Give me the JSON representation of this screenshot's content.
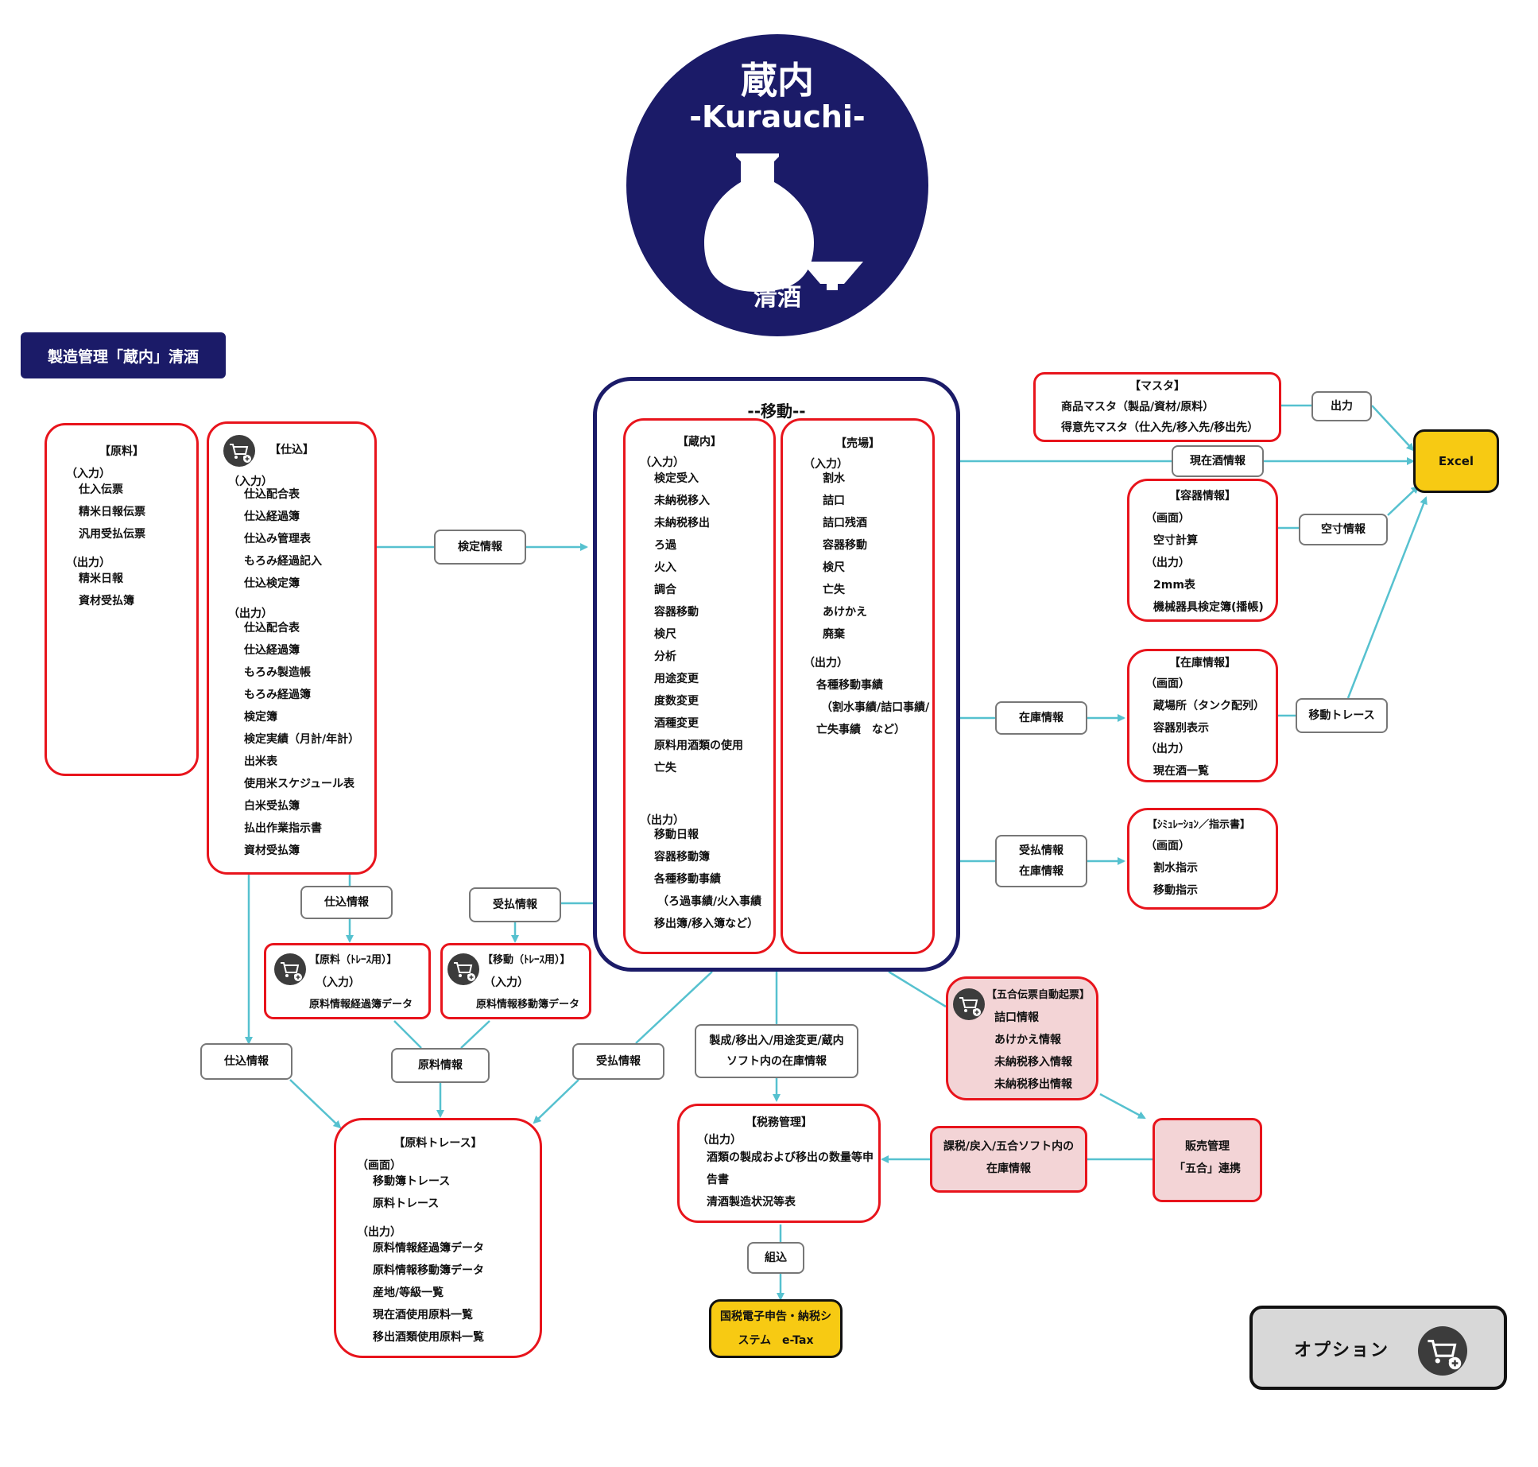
{
  "logo": {
    "line1": "蔵内",
    "line2": "-Kurauchi-",
    "line3": "清酒"
  },
  "title_badge": "製造管理「蔵内」清酒",
  "genryo": {
    "head": "【原料】",
    "in_label": "（入力）",
    "in_items": [
      "仕入伝票",
      "精米日報伝票",
      "汎用受払伝票"
    ],
    "out_label": "（出力）",
    "out_items": [
      "精米日報",
      "資材受払簿"
    ]
  },
  "shikomi": {
    "head": "【仕込】",
    "in_label": "（入力）",
    "in_items": [
      "仕込配合表",
      "仕込経過簿",
      "仕込み管理表",
      "もろみ経過記入",
      "仕込検定簿"
    ],
    "out_label": "（出力）",
    "out_items": [
      "仕込配合表",
      "仕込経過簿",
      "もろみ製造帳",
      "もろみ経過簿",
      "検定簿",
      "検定実績（月計/年計）",
      "出米表",
      "使用米スケジュール表",
      "白米受払簿",
      "払出作業指示書",
      "資材受払簿"
    ]
  },
  "move": {
    "title": "--移動--",
    "kura": {
      "head": "【蔵内】",
      "in_label": "（入力）",
      "in_items": [
        "検定受入",
        "未納税移入",
        "未納税移出",
        "ろ過",
        "火入",
        "調合",
        "容器移動",
        "検尺",
        "分析",
        "用途変更",
        "度数変更",
        "酒種変更",
        "原料用酒類の使用",
        "亡失"
      ],
      "out_label": "（出力）",
      "out_items": [
        "移動日報",
        "容器移動簿",
        "各種移動事績",
        "（ろ過事績/火入事績",
        "移出簿/移入簿など）"
      ]
    },
    "uriba": {
      "head": "【売場】",
      "in_label": "（入力）",
      "in_items": [
        "割水",
        "詰口",
        "詰口残酒",
        "容器移動",
        "検尺",
        "亡失",
        "あけかえ",
        "廃棄"
      ],
      "out_label": "（出力）",
      "out_items": [
        "各種移動事績",
        "（割水事績/詰口事績/",
        "亡失事績　など）"
      ]
    }
  },
  "master": {
    "head": "【マスタ】",
    "items": [
      "商品マスタ（製品/資材/原料）",
      "得意先マスタ（仕入先/移入先/移出先）"
    ]
  },
  "youki": {
    "head": "【容器情報】",
    "l1": "（画面）",
    "i1": [
      "空寸計算"
    ],
    "l2": "（出力）",
    "i2": [
      "2mm表",
      "機械器具検定簿(播帳)"
    ]
  },
  "zaiko": {
    "head": "【在庫情報】",
    "l1": "（画面）",
    "i1": [
      "蔵場所（タンク配列）",
      "容器別表示"
    ],
    "l2": "（出力）",
    "i2": [
      "現在酒一覧"
    ]
  },
  "sim": {
    "head": "【ｼﾐｭﾚｰｼｮﾝ／指示書】",
    "l1": "（画面）",
    "i1": [
      "割水指示",
      "移動指示"
    ]
  },
  "genryo_trace_in": {
    "head": "【原料（ﾄﾚｰｽ用）】",
    "l1": "（入力）",
    "item": "原料情報経過簿データ"
  },
  "move_trace_in": {
    "head": "【移動（ﾄﾚｰｽ用）】",
    "l1": "（入力）",
    "item": "原料情報移動簿データ"
  },
  "gogo": {
    "head": "【五合伝票自動起票】",
    "items": [
      "詰口情報",
      "あけかえ情報",
      "未納税移入情報",
      "未納税移出情報"
    ]
  },
  "genryo_trace": {
    "head": "【原料トレース】",
    "l1": "（画面）",
    "i1": [
      "移動簿トレース",
      "原料トレース"
    ],
    "l2": "（出力）",
    "i2": [
      "原料情報経過簿データ",
      "原料情報移動簿データ",
      "産地/等級一覧",
      "現在酒使用原料一覧",
      "移出酒類使用原料一覧"
    ]
  },
  "zeimu": {
    "head": "【税務管理】",
    "l1": "（出力）",
    "items": [
      "酒類の製成および移出の数量等申",
      "告書",
      "清酒製造状況等表"
    ]
  },
  "kazei": {
    "lines": [
      "課税/戻入/五合ソフト内の",
      "在庫情報"
    ]
  },
  "hanbai": {
    "lines": [
      "販売管理",
      "「五合」連携"
    ]
  },
  "labels": {
    "kentei": "検定情報",
    "shiire1": "仕込情報",
    "ukeharai1": "受払情報",
    "shiire2": "仕込情報",
    "genryo_info": "原料情報",
    "ukeharai2": "受払情報",
    "seisei": [
      "製成/移出入/用途変更/蔵内",
      "ソフト内の在庫情報"
    ],
    "zaiko_info": "在庫情報",
    "ukeharai_zaiko": [
      "受払情報",
      "在庫情報"
    ],
    "shutsuryoku": "出力",
    "genzai": "現在酒情報",
    "kusun": "空寸情報",
    "ido_trace": "移動トレース",
    "kumikomi": "組込"
  },
  "excel": "Excel",
  "etax": [
    "国税電子申告・納税シ",
    "ステム　e-Tax"
  ],
  "option": "オプション",
  "colors": {
    "navy": "#1b1b68",
    "red": "#e8141c",
    "teal": "#56c1cf",
    "yellow": "#f7ca13",
    "pink": "#f3d4d6"
  }
}
